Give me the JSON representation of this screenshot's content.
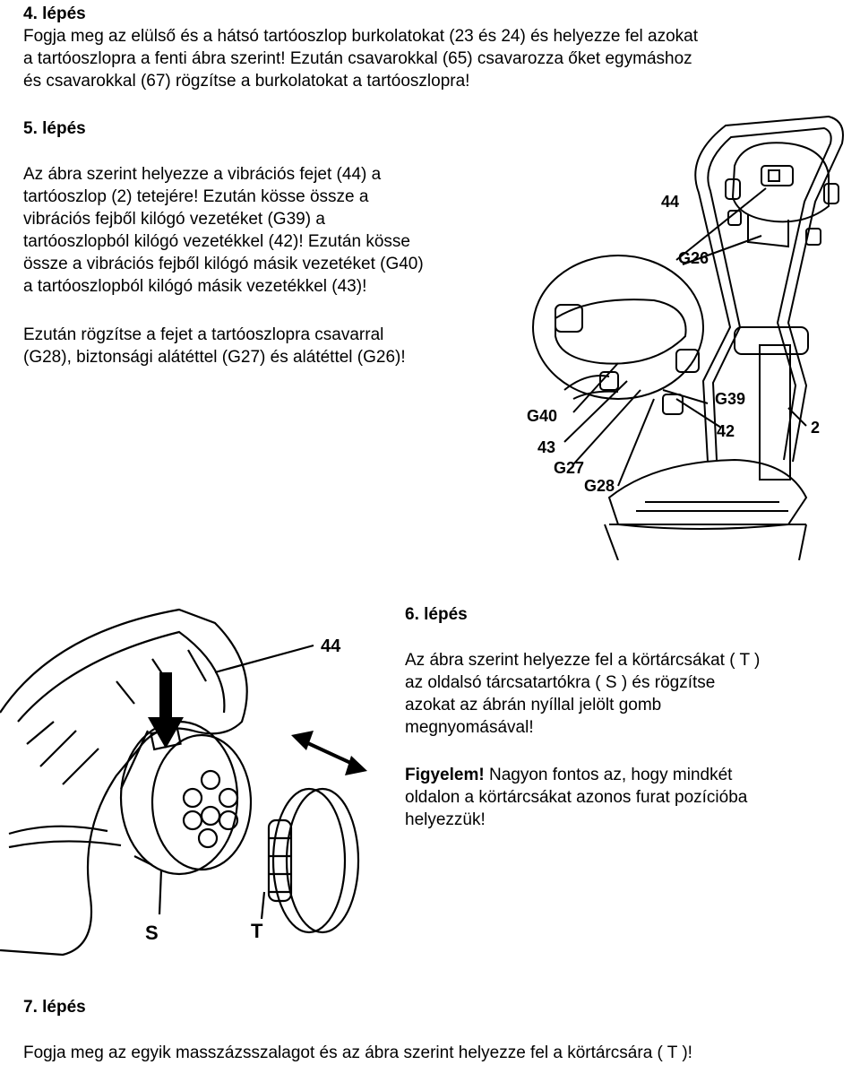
{
  "step4": {
    "heading": "4. lépés",
    "lines": [
      "Fogja meg az elülső és a hátsó tartóoszlop burkolatokat (23 és 24) és helyezze fel azokat",
      "a tartóoszlopra a fenti ábra szerint! Ezután csavarokkal (65) csavarozza őket egymáshoz",
      "és csavarokkal (67) rögzítse a burkolatokat a tartóoszlopra!"
    ]
  },
  "step5": {
    "heading": "5. lépés",
    "para1_lines": [
      "Az ábra szerint helyezze a vibrációs fejet (44) a",
      "tartóoszlop (2) tetejére! Ezután kösse össze a",
      "vibrációs fejből kilógó vezetéket (G39) a",
      "tartóoszlopból kilógó vezetékkel (42)! Ezután kösse",
      "össze a vibrációs fejből kilógó másik vezetéket (G40)",
      "a tartóoszlopból kilógó másik vezetékkel (43)!"
    ],
    "para2_lines": [
      "Ezután rögzítse a fejet a tartóoszlopra csavarral",
      "(G28), biztonsági alátéttel (G27) és alátéttel (G26)!"
    ]
  },
  "figure1": {
    "labels": {
      "l44": "44",
      "g26": "G26",
      "g39": "G39",
      "l42": "42",
      "l2": "2",
      "g40": "G40",
      "l43": "43",
      "g27": "G27",
      "g28": "G28"
    }
  },
  "step6": {
    "heading": "6. lépés",
    "para1_lines": [
      "Az ábra szerint helyezze fel a körtárcsákat ( T )",
      "az oldalsó tárcsatartókra ( S ) és rögzítse",
      "azokat az ábrán nyíllal jelölt gomb",
      "megnyomásával!"
    ],
    "warning_label": "Figyelem!",
    "warning_first_line_rest": " Nagyon fontos az, hogy mindkét",
    "warning_lines": [
      "oldalon a körtárcsákat azonos furat pozícióba",
      "helyezzük!"
    ]
  },
  "figure2": {
    "labels": {
      "l44": "44",
      "s": "S",
      "t": "T"
    }
  },
  "step7": {
    "heading": "7. lépés",
    "line": "Fogja meg az egyik masszázsszalagot és az ábra szerint helyezze fel a körtárcsára ( T )!"
  }
}
